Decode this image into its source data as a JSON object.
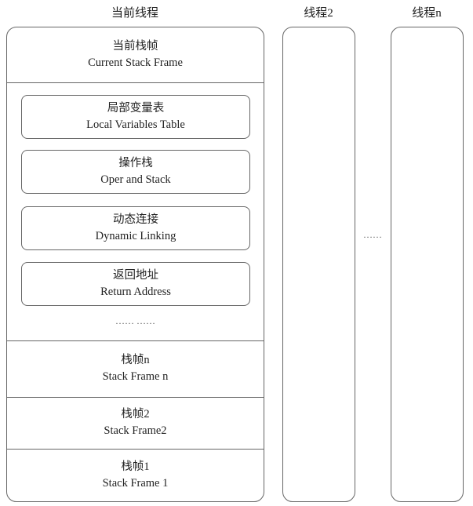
{
  "titles": {
    "current_thread": "当前线程",
    "thread2": "线程2",
    "threadn": "线程n"
  },
  "current_frame": {
    "zh": "当前栈帧",
    "en": "Current Stack Frame"
  },
  "frame_parts": [
    {
      "zh": "局部变量表",
      "en": "Local Variables Table"
    },
    {
      "zh": "操作栈",
      "en": "Oper and Stack"
    },
    {
      "zh": "动态连接",
      "en": "Dynamic Linking"
    },
    {
      "zh": "返回地址",
      "en": "Return Address"
    }
  ],
  "inner_ellipsis": "…… ……",
  "frames": [
    {
      "zh": "栈帧n",
      "en": "Stack Frame n"
    },
    {
      "zh": "栈帧2",
      "en": "Stack Frame2"
    },
    {
      "zh": "栈帧1",
      "en": "Stack Frame 1"
    }
  ],
  "between_threads_ellipsis": "……"
}
